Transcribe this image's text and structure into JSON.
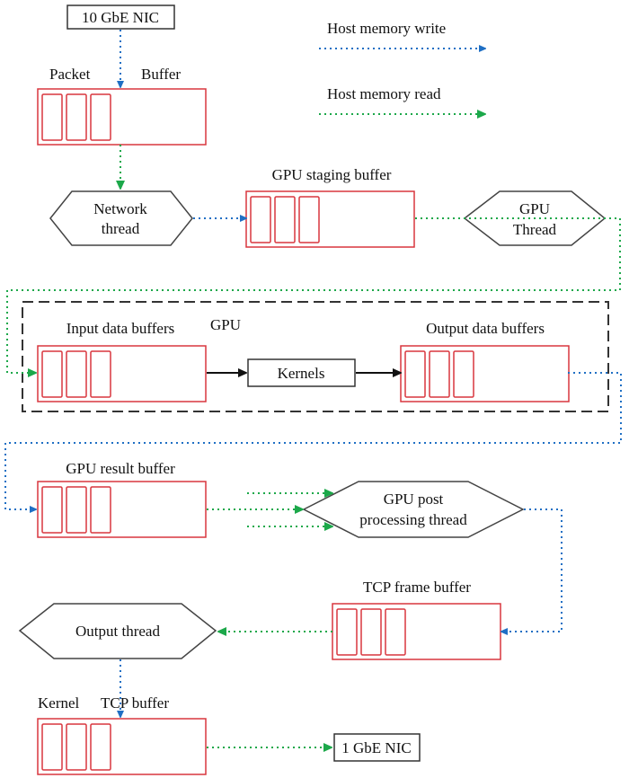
{
  "legend": {
    "write": "Host memory write",
    "read": "Host memory read"
  },
  "colors": {
    "buffer": "#d9363e",
    "write": "#1f6fc4",
    "read": "#1ca84a",
    "outline": "#333333"
  },
  "nodes": {
    "nic10": "10 GbE NIC",
    "nic1": "1 GbE NIC",
    "kernels": "Kernels",
    "gpu_region": "GPU",
    "network_thread": [
      "Network",
      "thread"
    ],
    "gpu_thread": [
      "GPU",
      "Thread"
    ],
    "post_thread": [
      "GPU post",
      "processing thread"
    ],
    "output_thread": "Output thread"
  },
  "buffers": {
    "packet_left": "Packet",
    "packet_right": "Buffer",
    "staging": "GPU staging buffer",
    "input": "Input data buffers",
    "output": "Output data buffers",
    "result": "GPU result buffer",
    "tcp_frame": "TCP frame buffer",
    "kernel_left": "Kernel",
    "kernel_right": "TCP buffer"
  }
}
